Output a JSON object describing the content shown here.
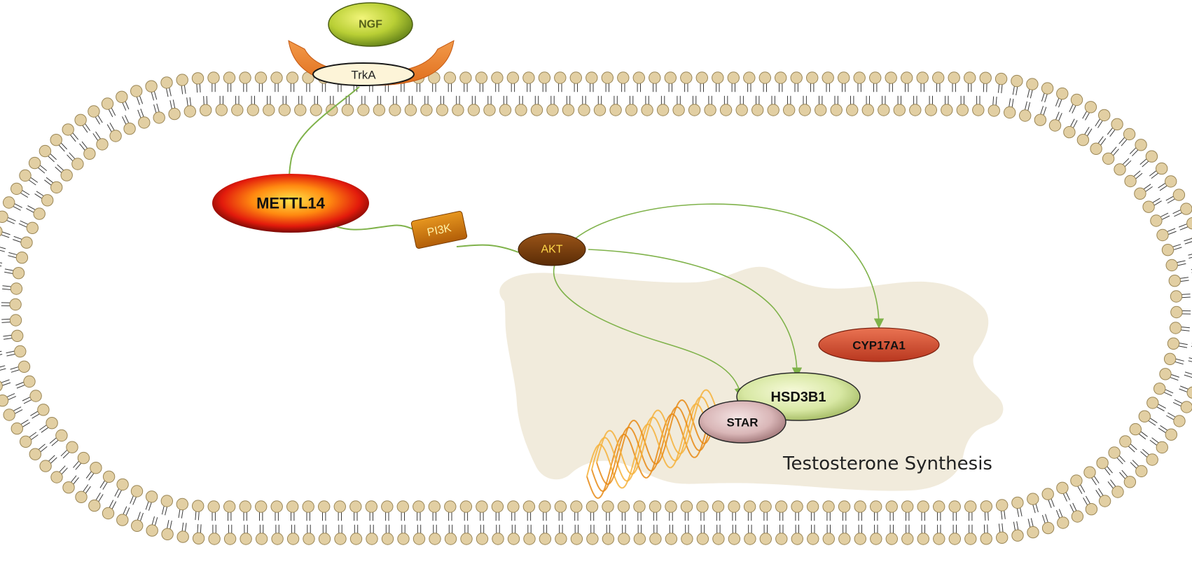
{
  "nodes": {
    "ngf": "NGF",
    "trka": "TrkA",
    "mettl14": "METTL14",
    "pi3k": "PI3K",
    "akt": "AKT",
    "cyp17a1": "CYP17A1",
    "hsd3b1": "HSD3B1",
    "star": "STAR"
  },
  "region_label": "Testosterone Synthesis",
  "colors": {
    "lipid_head": "#e2cfa3",
    "lipid_outline": "#9a8656",
    "lipid_tail": "#3a3a3a",
    "arrow": "#7fb24a",
    "nucleus_fill": "#f1ebdc",
    "receptor": "#ee8a3a"
  },
  "icons": [
    "lipid-bilayer-membrane",
    "dna-helix-icon"
  ]
}
